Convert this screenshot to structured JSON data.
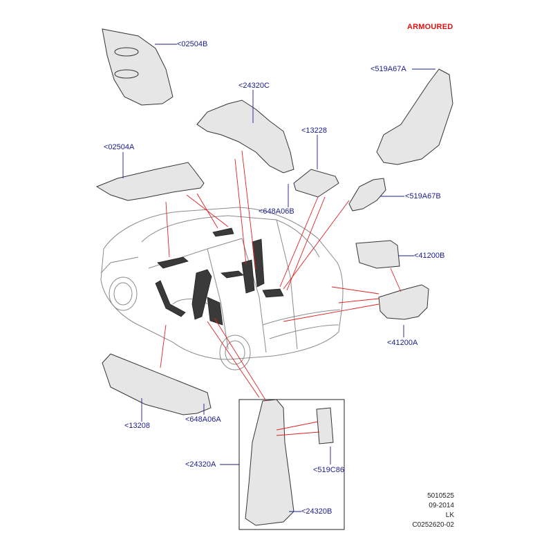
{
  "banner": "ARMOURED",
  "callouts": {
    "c02504B": "<02504B",
    "c24320C": "<24320C",
    "c519A67A": "<519A67A",
    "c13228": "<13228",
    "c02504A": "<02504A",
    "c648A06B": "<648A06B",
    "c519A67B": "<519A67B",
    "c41200B": "<41200B",
    "c41200A": "<41200A",
    "c13208": "<13208",
    "c648A06A": "<648A06A",
    "c24320A": "<24320A",
    "c519C86": "<519C86",
    "c24320B": "<24320B"
  },
  "meta": {
    "ref": "5010525",
    "date": "09-2014",
    "author": "LK",
    "drawing_id": "C0252620-02"
  },
  "colors": {
    "leader": "#1a1a8c",
    "pointer": "#e02020",
    "banner": "#e01010",
    "part_fill": "#e6e6e6",
    "outline": "#333333"
  }
}
